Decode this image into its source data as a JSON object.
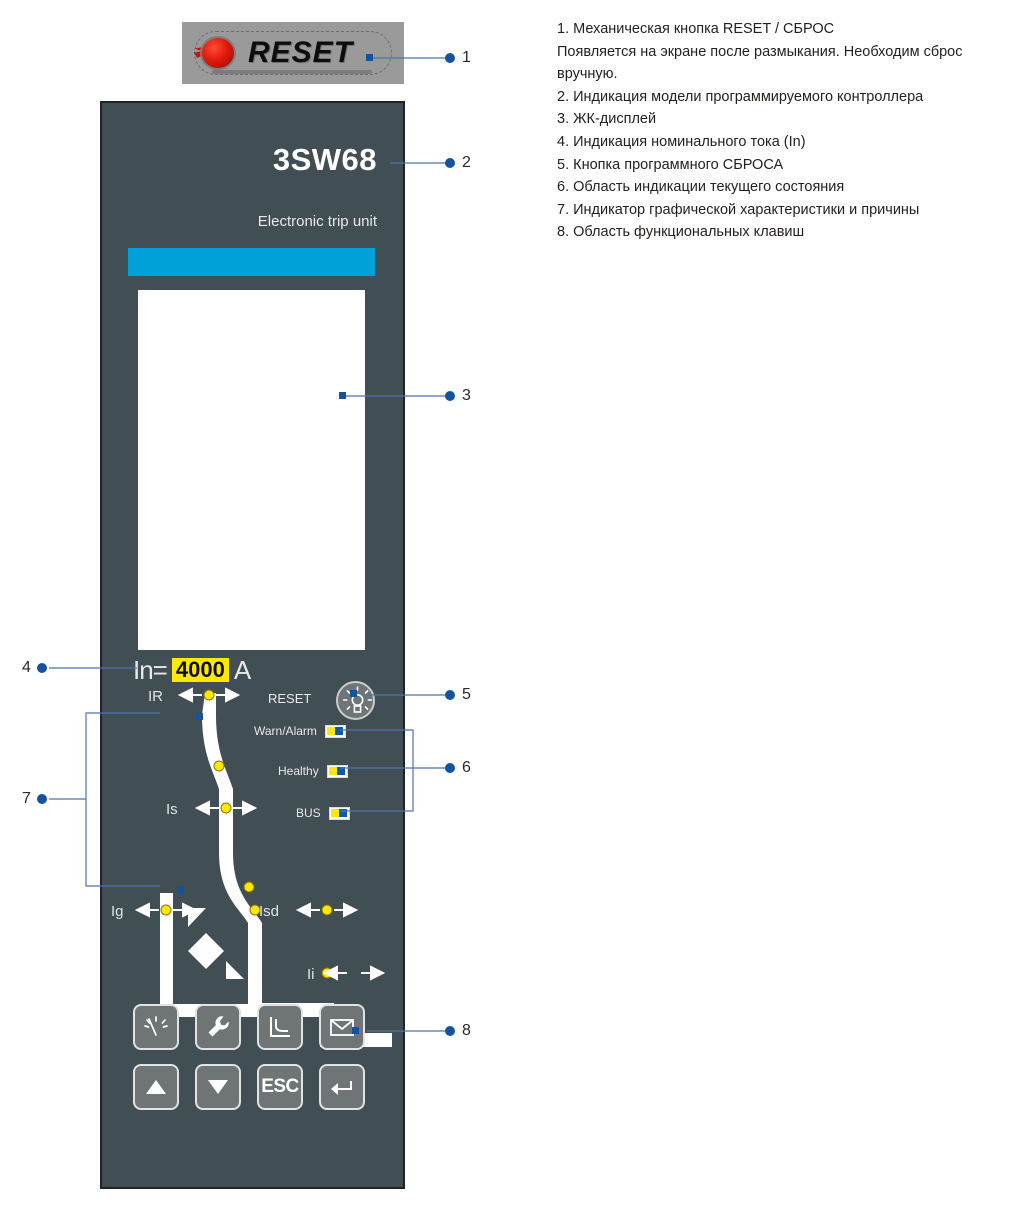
{
  "mechanical_reset": {
    "label": "RESET",
    "icon": "red-indicator-icon"
  },
  "device": {
    "model": "3SW68",
    "subtitle": "Electronic trip unit",
    "rated_current": {
      "prefix": "In=",
      "value": "4000",
      "unit": "A"
    },
    "soft_reset_label": "RESET",
    "status_leds": [
      {
        "label": "Warn/Alarm"
      },
      {
        "label": "Healthy"
      },
      {
        "label": "BUS"
      }
    ],
    "curve_labels": {
      "ir": "IR",
      "is": "Is",
      "ig": "Ig",
      "isd": "Isd",
      "ii": "Ii"
    },
    "function_keys": [
      {
        "name": "measure-key",
        "icon": "gauge-icon",
        "label": ""
      },
      {
        "name": "settings-key",
        "icon": "wrench-icon",
        "label": ""
      },
      {
        "name": "curve-key",
        "icon": "trip-curve-icon",
        "label": ""
      },
      {
        "name": "message-key",
        "icon": "envelope-icon",
        "label": ""
      },
      {
        "name": "up-key",
        "icon": "arrow-up-icon",
        "label": ""
      },
      {
        "name": "down-key",
        "icon": "arrow-down-icon",
        "label": ""
      },
      {
        "name": "esc-key",
        "icon": "esc-text-icon",
        "label": "ESC"
      },
      {
        "name": "enter-key",
        "icon": "enter-return-icon",
        "label": ""
      }
    ]
  },
  "callouts": [
    {
      "number": "1"
    },
    {
      "number": "2"
    },
    {
      "number": "3"
    },
    {
      "number": "4"
    },
    {
      "number": "5"
    },
    {
      "number": "6"
    },
    {
      "number": "7"
    },
    {
      "number": "8"
    }
  ],
  "legend": {
    "lines": [
      "1. Механическая кнопка RESET / СБРОС",
      "Появляется на экране после размыкания. Необходим сброс",
      "вручную.",
      "2. Индикация модели программируемого контроллера",
      "3. ЖК-дисплей",
      "4. Индикация номинального тока (In)",
      "5. Кнопка программного СБРОСА",
      "6. Область индикации текущего состояния",
      "7. Индикатор графической характеристики и причины",
      "8. Область функциональных клавиш"
    ]
  },
  "colors": {
    "device_body": "#414e54",
    "accent_cyan": "#00a0d8",
    "value_highlight": "#ffe800",
    "callout_blue": "#12529e",
    "led_yellow": "#ffe800",
    "led_blue": "#0a5bb0"
  }
}
